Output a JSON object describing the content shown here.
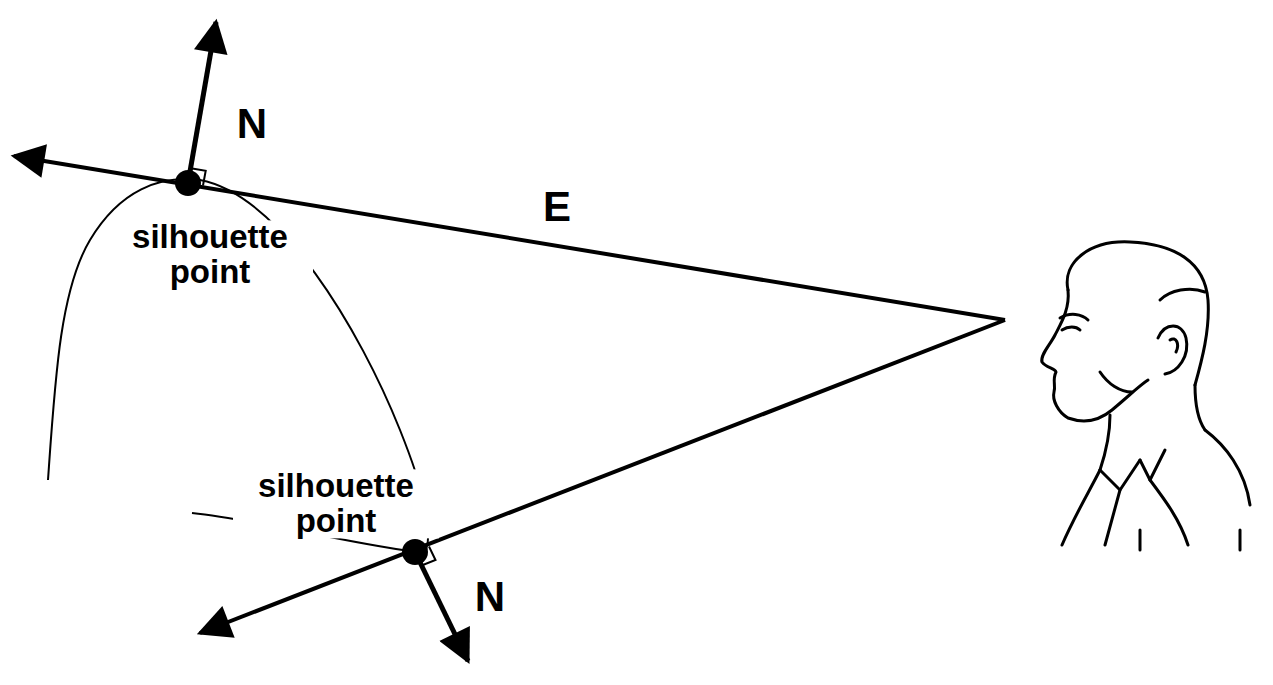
{
  "diagram": {
    "labels": [
      "N",
      "silhouette point",
      "E",
      "silhouette point",
      "N"
    ]
  }
}
